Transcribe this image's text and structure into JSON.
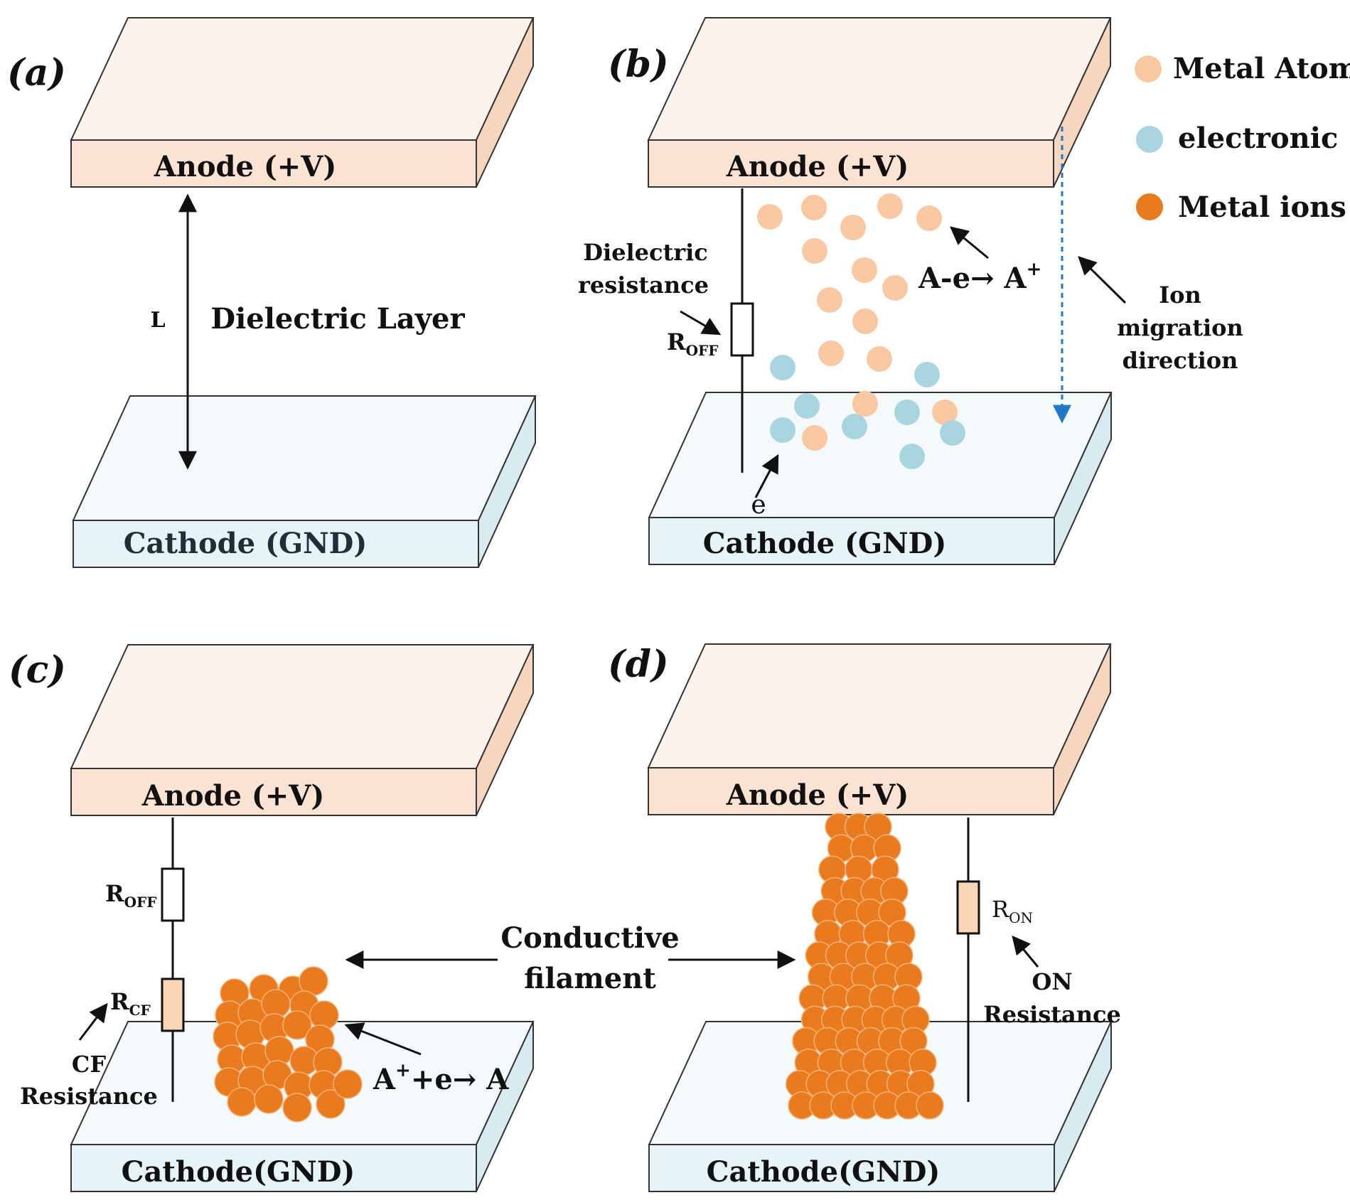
{
  "panels": {
    "a": {
      "label": "(a)",
      "anode": "Anode  (+V)",
      "cathode": "Cathode (GND)",
      "length": "L",
      "layer": "Dielectric Layer"
    },
    "b": {
      "label": "(b)",
      "anode": "Anode (+V)",
      "cathode": "Cathode (GND)",
      "dielectric_resistance": [
        "Dielectric",
        "resistance"
      ],
      "r_off": {
        "main": "R",
        "sub": "OFF"
      },
      "reaction": {
        "main": "A-e→ A",
        "sup": "+"
      },
      "ion_migration": [
        "Ion",
        "migration",
        "direction"
      ],
      "electron": "e"
    },
    "c": {
      "label": "(c)",
      "anode": "Anode (+V)",
      "cathode": "Cathode(GND)",
      "r_off": {
        "main": "R",
        "sub": "OFF"
      },
      "r_cf": {
        "main": "R",
        "sub": "CF"
      },
      "cf_resistance": [
        "CF",
        "Resistance"
      ],
      "reaction": {
        "a": "A",
        "sup": "+",
        "rest": "+e→ A"
      }
    },
    "d": {
      "label": "(d)",
      "anode": "Anode (+V)",
      "cathode": "Cathode(GND)",
      "r_on": {
        "main": "R",
        "sub": "ON"
      },
      "on_resistance": [
        "ON",
        "Resistance"
      ]
    }
  },
  "legend": [
    {
      "label": "Metal Atoms",
      "color": "#f9c7a0"
    },
    {
      "label": "electronic",
      "color": "#a8d5df"
    },
    {
      "label": "Metal ions",
      "color": "#ea7a1e"
    }
  ],
  "conductive_filament": [
    "Conductive",
    "filament"
  ],
  "colors": {
    "anode_top": "#fdf3ec",
    "anode_front": "#fbe3d3",
    "anode_side": "#f7d6c0",
    "cathode_top": "#f4fafb",
    "cathode_front": "#e6f3f7",
    "cathode_side": "#d7ebf1",
    "atom": "#f9c7a0",
    "electron": "#a8d5df",
    "ion": "#ea7a1e",
    "ion_stroke": "#f4b27a",
    "resistor_on": "#f9d4b5",
    "arrow_blue": "#1f78c8"
  }
}
